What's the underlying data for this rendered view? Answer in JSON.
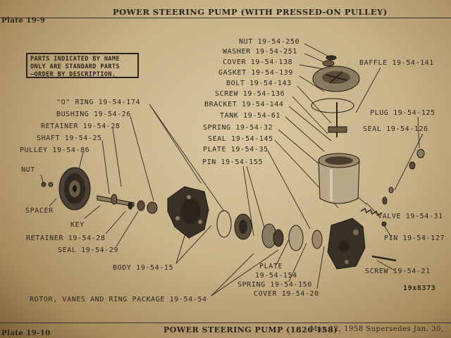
{
  "header": {
    "plate": "Plate 19-9",
    "title": "POWER STEERING PUMP (WITH PRESSED-ON PULLEY)"
  },
  "notice": [
    "PARTS INDICATED BY NAME",
    "ONLY ARE STANDARD PARTS",
    "—ORDER BY DESCRIPTION."
  ],
  "labels": {
    "nut_top": "NUT 19-54-250",
    "washer": "WASHER 19-54-251",
    "cover_top": "COVER 19-54-138",
    "baffle": "BAFFLE 19-54-141",
    "gasket": "GASKET 19-54-139",
    "bolt": "BOLT 19-54-143",
    "screw_top": "SCREW 19-54-136",
    "bracket": "BRACKET 19-54-144",
    "tank": "TANK 19-54-61",
    "plug": "PLUG 19-54-125",
    "spring_top": "SPRING 19-54-32",
    "seal_right": "SEAL 19-54-126",
    "seal_mid": "SEAL 19-54-145",
    "plate_top": "PLATE 19-54-35",
    "pin_mid": "PIN 19-54-155",
    "oring": "\"O\" RING 19-54-174",
    "bushing": "BUSHING 19-54-26",
    "retainer_top": "RETAINER 19-54-28",
    "shaft": "SHAFT 19-54-25",
    "pulley": "PULLEY 19-54-86",
    "nut_left": "NUT",
    "spacer": "SPACER",
    "key": "KEY",
    "retainer_bottom": "RETAINER 19-54-28",
    "seal_bottom": "SEAL 19-54-29",
    "body": "BODY 19-54-15",
    "valve": "VALVE 19-54-31",
    "pin_right": "PIN 19-54-127",
    "plate_bottom": "PLATE",
    "plate_bottom_num": "19-54-154",
    "screw_bottom": "SCREW 19-54-21",
    "spring_bottom": "SPRING 19-54-150",
    "cover_bottom": "COVER 19-54-20",
    "rotor": "ROTOR, VANES AND RING PACKAGE 19-54-54",
    "figure_id": "19x8373"
  },
  "footer": {
    "plate": "Plate 19-10",
    "title": "POWER STEERING PUMP (1826 158)",
    "date": "May 12, 1958 Supersedes Jan. 30,"
  },
  "colors": {
    "paper": "#cdb98f",
    "ink": "#2a241c",
    "shadow": "#6e5632"
  }
}
